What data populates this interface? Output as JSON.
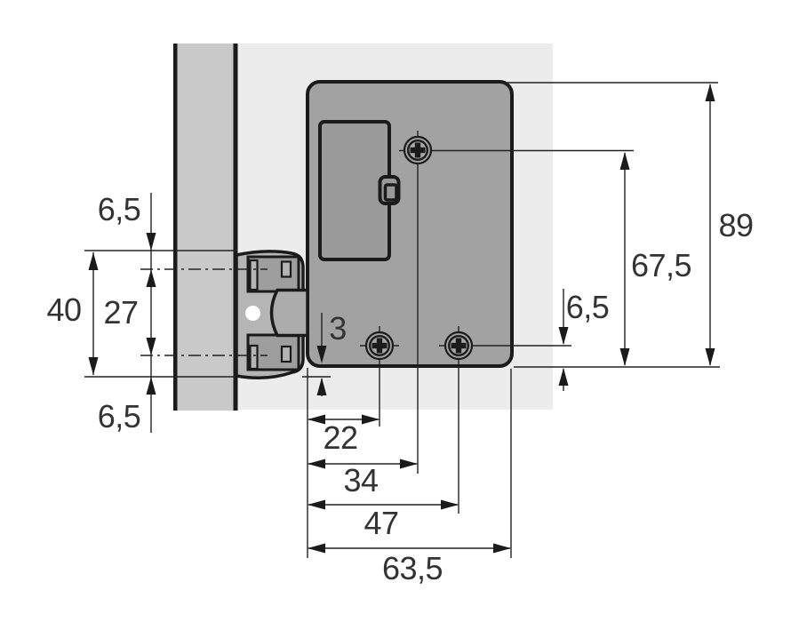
{
  "drawing_type": "mounting-dimensions-drawing",
  "dims": {
    "hinge_top_offset": "6,5",
    "hinge_height": "40",
    "hinge_hole_spacing": "27",
    "hinge_bottom_offset": "6,5",
    "case_edge_gap": "3",
    "hole_left": "22",
    "hole_center": "34",
    "hole_right": "47",
    "case_width": "63,5",
    "case_height": "89",
    "top_hole_height": "67,5",
    "bottom_hole_height": "6,5"
  },
  "colors": {
    "panel_face": "#ececec",
    "side_panel": "#c9c9c9",
    "lock_case": "#a2a2a2",
    "cover_flap": "#9a9a9a",
    "hinge_body": "#b5b5b5",
    "hinge_recess": "#9e9e9e",
    "outline": "#1b1b1b",
    "hairline": "#222222",
    "dim_text": "#333333"
  }
}
